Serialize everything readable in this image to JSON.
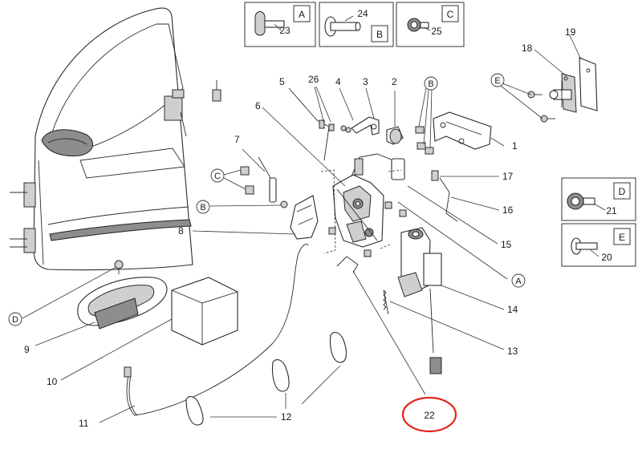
{
  "diagram": {
    "callouts": {
      "n1": "1",
      "n2": "2",
      "n3": "3",
      "n4": "4",
      "n5": "5",
      "n6": "6",
      "n7": "7",
      "n8": "8",
      "n9": "9",
      "n10": "10",
      "n11": "11",
      "n12": "12",
      "n13": "13",
      "n14": "14",
      "n15": "15",
      "n16": "16",
      "n17": "17",
      "n18": "18",
      "n19": "19",
      "n26": "26"
    },
    "letter_markers": {
      "e_top": "E",
      "b_top": "B",
      "c_left": "C",
      "b_left": "B",
      "a_right": "A",
      "d_left": "D"
    },
    "detail_boxes": {
      "a": {
        "letter": "A",
        "part": "23"
      },
      "b": {
        "letter": "B",
        "part": "24"
      },
      "c": {
        "letter": "C",
        "part": "25"
      },
      "d": {
        "letter": "D",
        "part": "21"
      },
      "e": {
        "letter": "E",
        "part": "20"
      }
    },
    "highlight": {
      "part": "22",
      "color": "#e0281c"
    }
  }
}
